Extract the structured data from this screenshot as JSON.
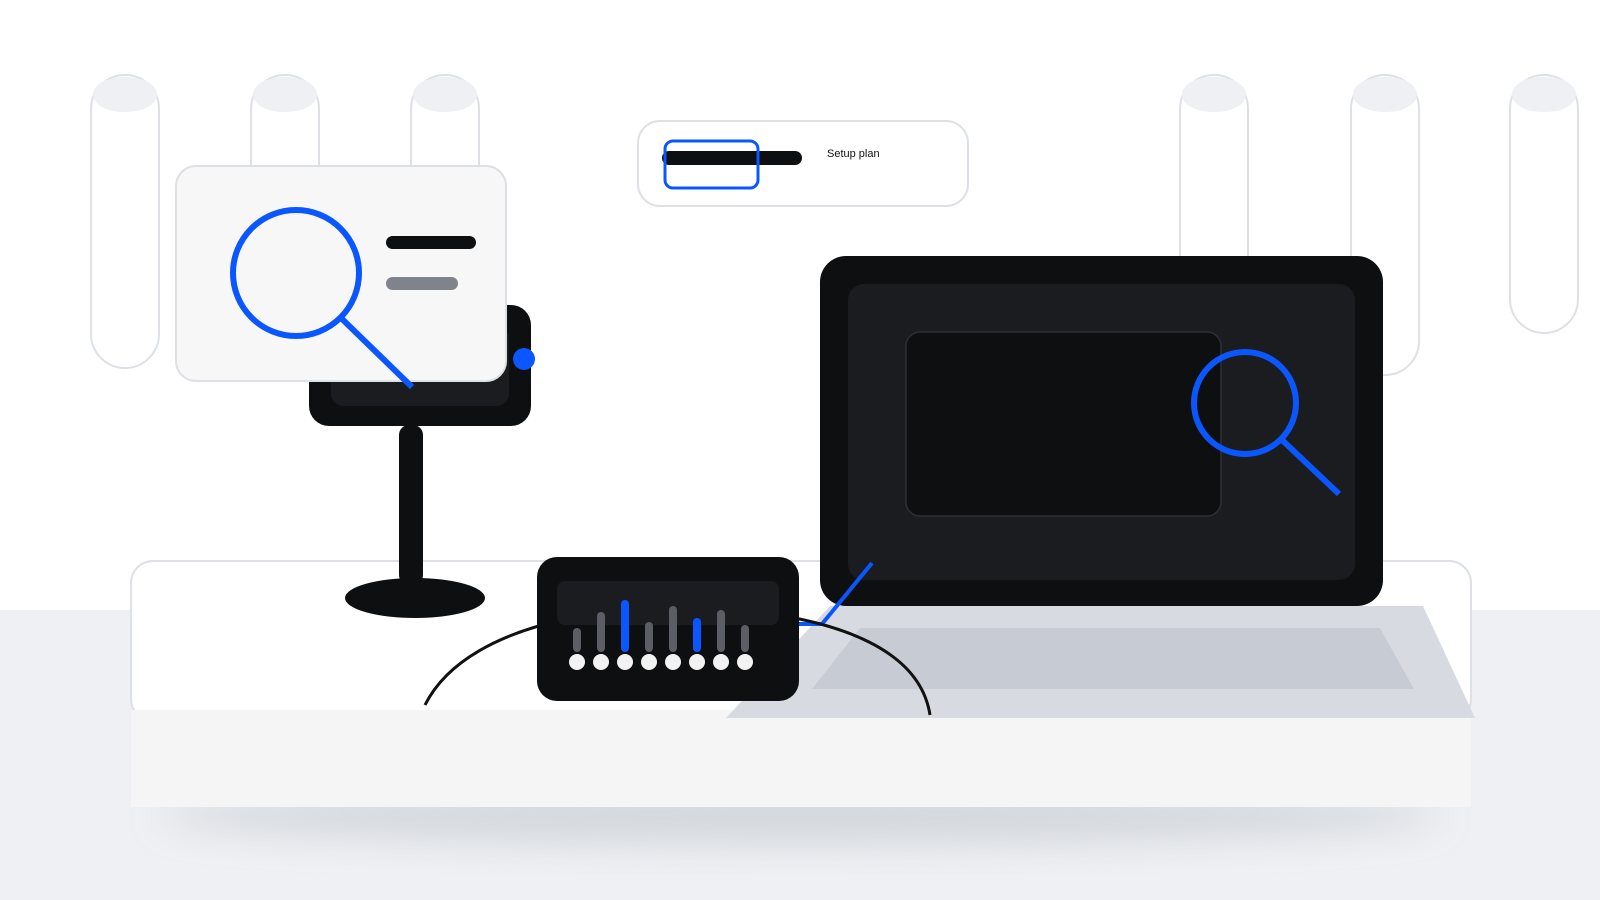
{
  "setup_card": {
    "label": "Setup plan"
  },
  "colors": {
    "accent": "#0b57ff",
    "dark": "#0e0f11",
    "panel": "#1b1c1f",
    "light_gray": "#eef0f3",
    "mid_gray": "#cbd0d8",
    "outline": "#dde0e5"
  },
  "icons": {
    "card_search": "magnifier-icon",
    "screen_search": "magnifier-icon"
  },
  "mixer": {
    "channels": 8,
    "active_channels": [
      3,
      6
    ]
  }
}
